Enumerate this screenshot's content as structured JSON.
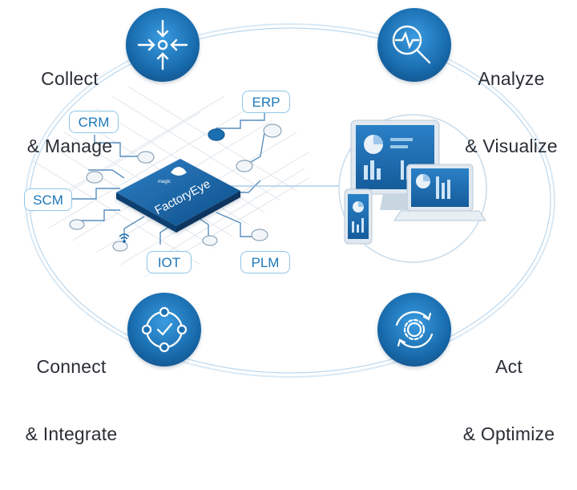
{
  "corners": {
    "collect": {
      "line1": "Collect",
      "line2": "& Manage",
      "icon": "collect-arrows-icon"
    },
    "analyze": {
      "line1": "Analyze",
      "line2": "& Visualize",
      "icon": "analyze-magnifier-icon"
    },
    "connect": {
      "line1": "Connect",
      "line2": "& Integrate",
      "icon": "connect-network-check-icon"
    },
    "act": {
      "line1": "Act",
      "line2": "& Optimize",
      "icon": "optimize-gear-cycle-icon"
    }
  },
  "systems": {
    "crm": "CRM",
    "erp": "ERP",
    "scm": "SCM",
    "iot": "IOT",
    "plm": "PLM"
  },
  "hub": {
    "brand": "FactoryEye",
    "small": "magic"
  },
  "colors": {
    "circle": "#1b6fb1",
    "circle_light": "#3a9be0",
    "tag_border": "#8fc5e8",
    "tag_text": "#1d77b8",
    "line": "#5a8fbd"
  }
}
